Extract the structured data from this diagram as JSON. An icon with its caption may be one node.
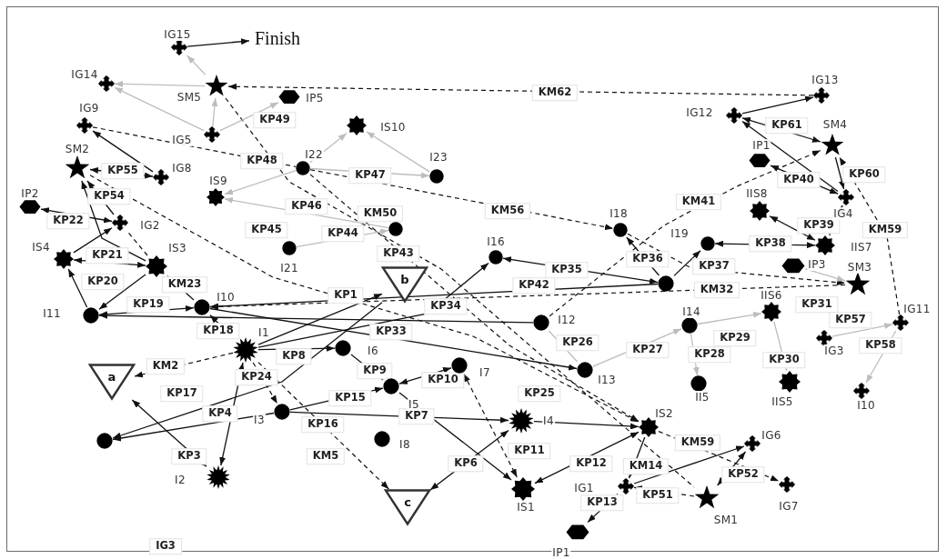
{
  "diagram": {
    "nodes": [
      {
        "text": [
          "IG15"
        ]
      },
      {
        "text": [
          "Finish"
        ]
      },
      {
        "text": [
          "IG14"
        ]
      },
      {
        "text": [
          "SM5"
        ]
      },
      {
        "text": [
          "IP5"
        ]
      },
      {
        "text": [
          "IS10"
        ]
      },
      {
        "text": [
          "IG9"
        ]
      },
      {
        "text": [
          "IG5"
        ]
      },
      {
        "text": [
          "IG12"
        ]
      },
      {
        "text": [
          "IG13"
        ]
      },
      {
        "text": [
          "SM4"
        ]
      },
      {
        "text": [
          "IP1"
        ]
      },
      {
        "text": [
          "SM2"
        ]
      },
      {
        "text": [
          "I22"
        ]
      },
      {
        "text": [
          "IG8"
        ]
      },
      {
        "text": [
          "I23"
        ]
      },
      {
        "text": [
          "IS9"
        ]
      },
      {
        "text": [
          "IG4"
        ]
      },
      {
        "text": [
          "IIS8"
        ]
      },
      {
        "text": [
          "IP2"
        ]
      },
      {
        "text": [
          "IG2"
        ]
      },
      {
        "text": [],
        "shape": "circle"
      },
      {
        "text": [
          "I18"
        ]
      },
      {
        "text": [
          "I19"
        ]
      },
      {
        "text": [
          "IIS7"
        ]
      },
      {
        "text": [
          "I21"
        ]
      },
      {
        "text": [
          "I16"
        ]
      },
      {
        "text": [
          "IS4"
        ]
      },
      {
        "text": [
          "IS3"
        ]
      },
      {
        "text": [
          "IP3"
        ]
      },
      {
        "text": [
          "b"
        ]
      },
      {
        "text": [],
        "shape": "circle"
      },
      {
        "text": [
          "SM3"
        ]
      },
      {
        "text": [
          "I10"
        ]
      },
      {
        "text": [
          "I11"
        ]
      },
      {
        "text": [
          "IIS6"
        ]
      },
      {
        "text": [
          "I12"
        ]
      },
      {
        "text": [
          "IG11"
        ]
      },
      {
        "text": [
          "I14"
        ]
      },
      {
        "text": [
          "IG3"
        ]
      },
      {
        "text": [
          "I6"
        ]
      },
      {
        "text": [
          "I1"
        ]
      },
      {
        "text": [
          "I7"
        ]
      },
      {
        "text": [
          "I13"
        ]
      },
      {
        "text": [
          "a"
        ]
      },
      {
        "text": [
          "IIS5"
        ]
      },
      {
        "text": [
          "II5"
        ]
      },
      {
        "text": [
          "I5"
        ]
      },
      {
        "text": [
          "I10"
        ]
      },
      {
        "text": [
          "I3"
        ]
      },
      {
        "text": [
          "I4"
        ]
      },
      {
        "text": [
          "IS2"
        ]
      },
      {
        "text": [
          "I8"
        ]
      },
      {
        "text": [],
        "shape": "circle"
      },
      {
        "text": [
          "IG6"
        ]
      },
      {
        "text": [
          "I2"
        ]
      },
      {
        "text": [
          "IG1"
        ]
      },
      {
        "text": [
          "IG7"
        ]
      },
      {
        "text": [
          "IS1"
        ]
      },
      {
        "text": [
          "SM1"
        ]
      },
      {
        "text": [
          "c"
        ]
      },
      {
        "text": [
          "IP1"
        ]
      }
    ],
    "edges": [
      {
        "from": 0,
        "to": 1,
        "arrow": "to"
      },
      {
        "from": 14,
        "to": 6,
        "arrow": "to"
      },
      {
        "from": 12,
        "to": 14,
        "arrow": "both"
      },
      {
        "from": 19,
        "to": 20,
        "arrow": "both"
      },
      {
        "from": 20,
        "to": 12,
        "arrow": "to"
      },
      {
        "from": 28,
        "to": 12,
        "arrow": "to"
      },
      {
        "from": 28,
        "to": 20,
        "arrow": "none",
        "style": "dashed"
      },
      {
        "from": 27,
        "to": 28,
        "arrow": "both"
      },
      {
        "from": 27,
        "to": 20,
        "arrow": "to"
      },
      {
        "from": 28,
        "to": 34,
        "arrow": "to"
      },
      {
        "from": 34,
        "to": 27,
        "arrow": "to"
      },
      {
        "from": 33,
        "to": 28,
        "arrow": "to"
      },
      {
        "from": 34,
        "to": 33,
        "arrow": "both"
      },
      {
        "from": 33,
        "to": 41,
        "arrow": "both"
      },
      {
        "from": 33,
        "to": 43,
        "arrow": "to"
      },
      {
        "from": 31,
        "to": 33,
        "arrow": "to"
      },
      {
        "from": 32,
        "to": 33,
        "arrow": "to",
        "style": "dashed"
      },
      {
        "from": 36,
        "to": 34,
        "arrow": "to"
      },
      {
        "from": 41,
        "to": 44,
        "arrow": "to",
        "style": "dashed"
      },
      {
        "from": 30,
        "to": 53,
        "arrow": "to"
      },
      {
        "from": 49,
        "to": 53,
        "arrow": "to"
      },
      {
        "from": 44,
        "to": 55,
        "arrow": "both"
      },
      {
        "from": 41,
        "to": 55,
        "arrow": "both"
      },
      {
        "from": 41,
        "to": 49,
        "arrow": "to",
        "style": "dashed"
      },
      {
        "from": 41,
        "to": 30,
        "arrow": "to"
      },
      {
        "from": 41,
        "to": 40,
        "arrow": "to"
      },
      {
        "from": 40,
        "to": 47,
        "arrow": "to"
      },
      {
        "from": 49,
        "to": 47,
        "arrow": "to"
      },
      {
        "from": 49,
        "to": 50,
        "arrow": "to"
      },
      {
        "from": 42,
        "to": 47,
        "arrow": "both"
      },
      {
        "from": 42,
        "to": 58,
        "arrow": "both",
        "style": "dashed"
      },
      {
        "from": 47,
        "to": 58,
        "arrow": "to"
      },
      {
        "from": 50,
        "to": 60,
        "arrow": "both"
      },
      {
        "from": 41,
        "to": 60,
        "arrow": "to",
        "style": "dashed"
      },
      {
        "from": 51,
        "to": 58,
        "arrow": "both"
      },
      {
        "from": 50,
        "to": 51,
        "arrow": "to"
      },
      {
        "from": 51,
        "to": 56,
        "arrow": "to"
      },
      {
        "from": 56,
        "to": 61,
        "arrow": "both"
      },
      {
        "from": 59,
        "to": 56,
        "arrow": "to",
        "style": "dashed"
      },
      {
        "from": 56,
        "to": 54,
        "arrow": "to"
      },
      {
        "from": 59,
        "to": 54,
        "arrow": "both"
      },
      {
        "from": 51,
        "to": 57,
        "arrow": "to",
        "style": "dashed"
      },
      {
        "from": 3,
        "to": 59,
        "arrow": "none",
        "style": "dashed"
      },
      {
        "from": 9,
        "to": 3,
        "arrow": "to",
        "style": "dashed"
      },
      {
        "from": 6,
        "to": 13,
        "arrow": "none",
        "style": "dashed"
      },
      {
        "from": 13,
        "to": 22,
        "arrow": "to",
        "style": "dashed"
      },
      {
        "from": 26,
        "to": 31,
        "arrow": "both"
      },
      {
        "from": 31,
        "to": 22,
        "arrow": "to"
      },
      {
        "from": 31,
        "to": 23,
        "arrow": "to"
      },
      {
        "from": 23,
        "to": 24,
        "arrow": "both"
      },
      {
        "from": 18,
        "to": 24,
        "arrow": "both"
      },
      {
        "from": 24,
        "to": 17,
        "arrow": "to"
      },
      {
        "from": 11,
        "to": 17,
        "arrow": "both"
      },
      {
        "from": 10,
        "to": 17,
        "arrow": "to"
      },
      {
        "from": 8,
        "to": 10,
        "arrow": "both"
      },
      {
        "from": 17,
        "to": 8,
        "arrow": "to"
      },
      {
        "from": 8,
        "to": 9,
        "arrow": "to"
      },
      {
        "from": 37,
        "to": 10,
        "arrow": "to",
        "style": "dashed"
      },
      {
        "from": 22,
        "to": 32,
        "arrow": "to",
        "style": "dashed"
      },
      {
        "from": 36,
        "to": 10,
        "arrow": "to",
        "style": "dashed"
      },
      {
        "from": 41,
        "to": 26,
        "arrow": "to"
      },
      {
        "from": 12,
        "to": 51,
        "arrow": "to",
        "style": "dashed"
      },
      {
        "from": 13,
        "to": 51,
        "arrow": "to",
        "style": "dashed"
      },
      {
        "from": 3,
        "to": 2,
        "arrow": "to",
        "color": "#bdbdbd"
      },
      {
        "from": 3,
        "to": 0,
        "arrow": "to",
        "color": "#bdbdbd"
      },
      {
        "from": 7,
        "to": 3,
        "arrow": "to",
        "color": "#bdbdbd"
      },
      {
        "from": 7,
        "to": 2,
        "arrow": "to",
        "color": "#bdbdbd"
      },
      {
        "from": 7,
        "to": 4,
        "arrow": "to",
        "color": "#bdbdbd"
      },
      {
        "from": 13,
        "to": 5,
        "arrow": "to",
        "color": "#bdbdbd"
      },
      {
        "from": 13,
        "to": 16,
        "arrow": "to",
        "color": "#bdbdbd"
      },
      {
        "from": 15,
        "to": 5,
        "arrow": "to",
        "color": "#bdbdbd"
      },
      {
        "from": 13,
        "to": 15,
        "arrow": "to",
        "color": "#bdbdbd"
      },
      {
        "from": 21,
        "to": 16,
        "arrow": "to",
        "color": "#bdbdbd"
      },
      {
        "from": 25,
        "to": 21,
        "arrow": "to",
        "color": "#bdbdbd"
      },
      {
        "from": 38,
        "to": 46,
        "arrow": "to",
        "color": "#bdbdbd"
      },
      {
        "from": 38,
        "to": 35,
        "arrow": "to",
        "color": "#bdbdbd"
      },
      {
        "from": 35,
        "to": 45,
        "arrow": "to",
        "color": "#bdbdbd"
      },
      {
        "from": 29,
        "to": 32,
        "arrow": "to",
        "color": "#bdbdbd"
      },
      {
        "from": 39,
        "to": 37,
        "arrow": "to",
        "color": "#bdbdbd"
      },
      {
        "from": 37,
        "to": 48,
        "arrow": "to",
        "color": "#bdbdbd"
      },
      {
        "from": 43,
        "to": 38,
        "arrow": "to",
        "color": "#bdbdbd"
      },
      {
        "from": 36,
        "to": 43,
        "arrow": "none",
        "color": "#bdbdbd"
      }
    ],
    "labels": [
      "KM62",
      "KP49",
      "KP61",
      "KP55",
      "KP48",
      "KP47",
      "KP60",
      "KP40",
      "KP54",
      "KP46",
      "KM41",
      "KP22",
      "KM50",
      "KM56",
      "KP45",
      "KP44",
      "KP39",
      "KM59",
      "KP21",
      "KP43",
      "KP35",
      "KP36",
      "KP38",
      "KP37",
      "KP20",
      "KM23",
      "KP42",
      "KP1",
      "KM32",
      "KP19",
      "KP34",
      "KP31",
      "KP57",
      "KP18",
      "KP33",
      "KP26",
      "KP29",
      "KP58",
      "KP8",
      "KP27",
      "KP28",
      "KP30",
      "KM2",
      "KP24",
      "KP9",
      "KP10",
      "KP17",
      "KP15",
      "KP25",
      "KP4",
      "KP16",
      "KP7",
      "KP3",
      "KM5",
      "KP6",
      "KP11",
      "KP12",
      "KM14",
      "KM59",
      "KP52",
      "KP13",
      "KP51",
      "IG3"
    ]
  }
}
